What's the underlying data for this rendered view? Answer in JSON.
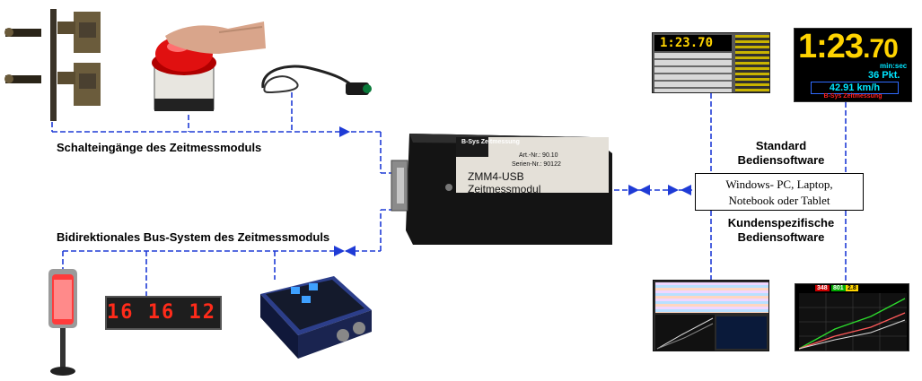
{
  "labels": {
    "inputs_title": "Schalteingänge des Zeitmessmoduls",
    "bus_title": "Bidirektionales Bus-System des Zeitmessmoduls",
    "standard_sw_line1": "Standard",
    "standard_sw_line2": "Bediensoftware",
    "custom_sw_line1": "Kundenspezifische",
    "custom_sw_line2": "Bediensoftware",
    "pc_line1": "Windows- PC, Laptop,",
    "pc_line2": "Notebook oder Tablet"
  },
  "device": {
    "brand": "B-Sys Zeitmessung",
    "model": "ZMM4-USB",
    "name": "Zeitmessmodul",
    "article": "Art.-Nr.: 90.10",
    "serial": "Serien-Nr.: 90122"
  },
  "big_display": {
    "time_main": "1:23",
    "time_dec": ".70",
    "unit": "min:sec",
    "points": "36 Pkt.",
    "speed": "42.91 km/h",
    "brand": "B-Sys Zeitmessung"
  },
  "small_display": {
    "time": "1:23.70"
  },
  "led_display": {
    "digits": "16 16 12"
  },
  "graph_display": {
    "badge1": "348",
    "badge2": "801",
    "badge3": "2.8"
  },
  "colors": {
    "wire": "#1f3bd6",
    "accent_yellow": "#ffd400",
    "accent_cyan": "#00e5ff",
    "accent_red": "#ff2020"
  }
}
